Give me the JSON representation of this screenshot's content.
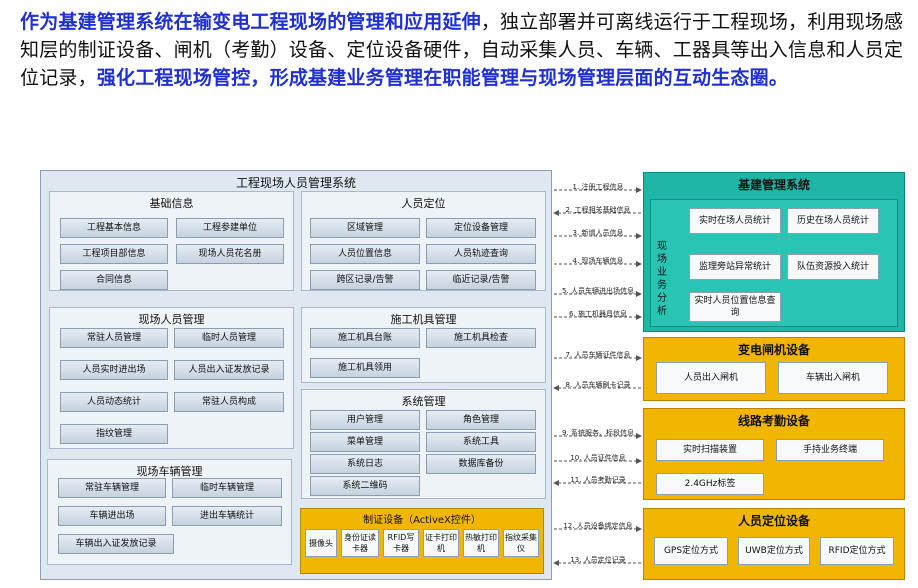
{
  "intro": {
    "part1": "作为基建管理系统在输变电工程现场的管理和应用延伸",
    "part2": "，独立部署并可离线运行于工程现场，利用现场感知层的制证设备、闸机（考勤）设备、定位设备硬件，自动采集人员、车辆、工器具等出入信息和人员定位记录，",
    "part3": "强化工程现场管控，形成基建业务管理在职能管理与现场管理层面的互动生态圈。"
  },
  "main": {
    "title": "工程现场人员管理系统",
    "basic": {
      "title": "基础信息",
      "items": [
        "工程基本信息",
        "工程参建单位",
        "工程项目部信息",
        "现场人员花名册",
        "合同信息"
      ]
    },
    "location": {
      "title": "人员定位",
      "items": [
        "区域管理",
        "定位设备管理",
        "人员位置信息",
        "人员轨迹查询",
        "跨区记录/告警",
        "临近记录/告警"
      ]
    },
    "personnel": {
      "title": "现场人员管理",
      "items": [
        "常驻人员管理",
        "临时人员管理",
        "人员实时进出场",
        "人员出入证发放记录",
        "人员动态统计",
        "常驻人员构成",
        "指纹管理"
      ]
    },
    "machinery": {
      "title": "施工机具管理",
      "items": [
        "施工机具台账",
        "施工机具检查",
        "施工机具领用"
      ]
    },
    "system": {
      "title": "系统管理",
      "items": [
        "用户管理",
        "角色管理",
        "菜单管理",
        "系统工具",
        "系统日志",
        "数据库备份",
        "系统二维码"
      ]
    },
    "vehicle": {
      "title": "现场车辆管理",
      "items": [
        "常驻车辆管理",
        "临时车辆管理",
        "车辆进出场",
        "进出车辆统计",
        "车辆出入证发放记录"
      ]
    },
    "cert": {
      "title": "制证设备（ActiveX控件）",
      "items": [
        "摄像头",
        "身份证读卡器",
        "RFID写卡器",
        "证卡打印机",
        "热敏打印机",
        "指纹采集仪"
      ]
    }
  },
  "links": [
    "1. 注册工程信息",
    "2. 工程相关基础信息",
    "3. 新增人员信息",
    "4. 现场车辆信息",
    "5. 人员车辆进出场信息",
    "6. 施工机器具信息",
    "7. 人员车辆证件信息",
    "8. 人员车辆刷卡记录",
    "9. 系统服务、标段信息",
    "10. 人员证件信息",
    "11. 人员考勤记录",
    "12. 人员设备绑定信息",
    "13. 人员定位记录"
  ],
  "jijian": {
    "title": "基建管理系统",
    "side_label": "现场业务分析",
    "items": [
      "实时在场人员统计",
      "历史在场人员统计",
      "监理旁站异常统计",
      "队伍资源投入统计",
      "实时人员位置信息查询"
    ]
  },
  "zhaji": {
    "title": "变电闸机设备",
    "items": [
      "人员出入闸机",
      "车辆出入闸机"
    ]
  },
  "kaoqin": {
    "title": "线路考勤设备",
    "items": [
      "实时扫描装置",
      "手持业务终端",
      "2.4GHz标签"
    ]
  },
  "dingwei": {
    "title": "人员定位设备",
    "items": [
      "GPS定位方式",
      "UWB定位方式",
      "RFID定位方式"
    ]
  },
  "colors": {
    "highlight": "#1f2fd6",
    "teal": "#1fb5a7",
    "yellow": "#f2b600",
    "panel": "#dfe8f1"
  }
}
